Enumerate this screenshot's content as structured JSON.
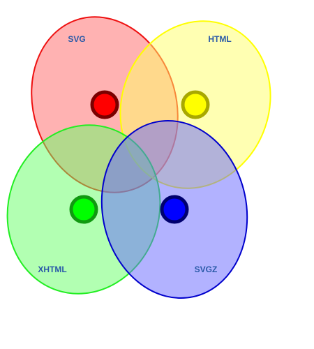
{
  "sets": [
    {
      "id": "svg",
      "label": "SVG",
      "fill": "#ff6666",
      "stroke": "#ee1111",
      "dot_fill": "#ff0000",
      "dot_ring": "#7a0000"
    },
    {
      "id": "html",
      "label": "HTML",
      "fill": "#ffff66",
      "stroke": "#ffff00",
      "dot_fill": "#ffff00",
      "dot_ring": "#a8a800"
    },
    {
      "id": "xhtml",
      "label": "XHTML",
      "fill": "#66ff66",
      "stroke": "#22ee22",
      "dot_fill": "#00ff00",
      "dot_ring": "#119911"
    },
    {
      "id": "svgz",
      "label": "SVGZ",
      "fill": "#6666ff",
      "stroke": "#0000cc",
      "dot_fill": "#0000ff",
      "dot_ring": "#00006e"
    }
  ]
}
